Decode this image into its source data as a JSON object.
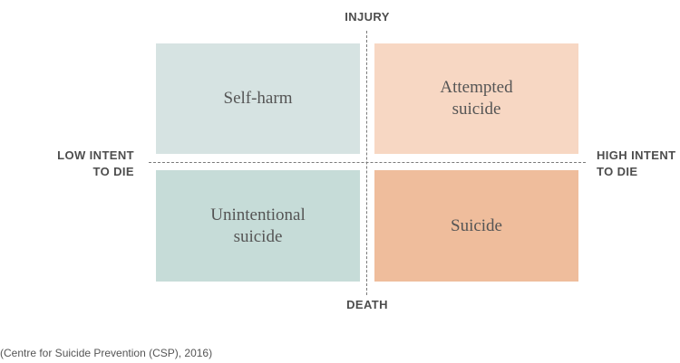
{
  "axes": {
    "top": "INJURY",
    "bottom": "DEATH",
    "left_line1": "LOW INTENT",
    "left_line2": "TO DIE",
    "right_line1": "HIGH INTENT",
    "right_line2": "TO DIE"
  },
  "quadrants": {
    "top_left": {
      "line1": "Self-harm",
      "line2": "",
      "color": "#d6e3e2"
    },
    "top_right": {
      "line1": "Attempted",
      "line2": "suicide",
      "color": "#f7d7c3"
    },
    "bottom_left": {
      "line1": "Unintentional",
      "line2": "suicide",
      "color": "#c6dcd8"
    },
    "bottom_right": {
      "line1": "Suicide",
      "line2": "",
      "color": "#efbd9c"
    }
  },
  "citation": "(Centre for Suicide Prevention (CSP), 2016)"
}
